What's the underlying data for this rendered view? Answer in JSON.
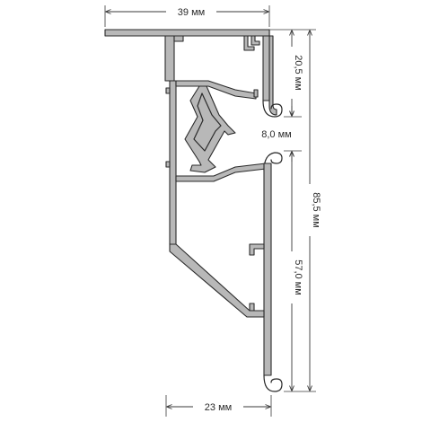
{
  "dimensions": {
    "top_width": "39 мм",
    "bottom_width": "23 мм",
    "upper_height": "20,5 мм",
    "gap": "8,0 мм",
    "lower_height": "57,0 мм",
    "total_height": "85,5 мм"
  },
  "colors": {
    "profile_fill": "#b8b8b8",
    "outline": "#2a2a2a",
    "dimension": "#3a3a3a"
  }
}
